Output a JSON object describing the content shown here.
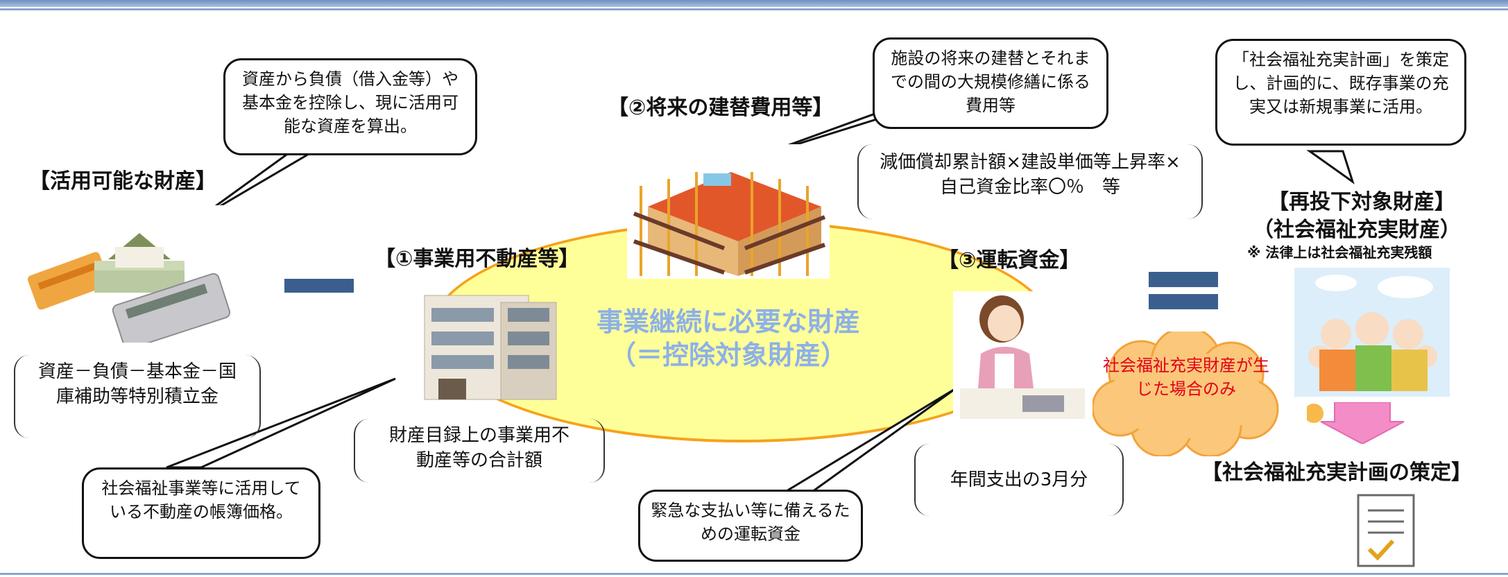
{
  "headings": {
    "usable_assets": "【活用可能な財産】",
    "real_estate": "【①事業用不動産等】",
    "rebuild_costs": "【②将来の建替費用等】",
    "working_capital": "【③運転資金】",
    "reinvest_line1": "【再投下対象財産】",
    "reinvest_line2": "（社会福祉充実財産）",
    "reinvest_note": "※ 法律上は社会福祉充実残額",
    "plan": "【社会福祉充実計画の策定】"
  },
  "bubbles": {
    "usable_assets": "資産から負債（借入金等）や基本金を控除し、現に活用可能な資産を算出。",
    "real_estate": "社会福祉事業等に活用している不動産の帳簿価格。",
    "rebuild_costs": "施設の将来の建替とそれまでの間の大規模修繕に係る費用等",
    "working_capital": "緊急な支払い等に備えるための運転資金",
    "plan": "「社会福祉充実計画」を策定し、計画的に、既存事業の充実又は新規事業に活用。"
  },
  "formulas": {
    "usable_assets": "資産－負債－基本金－国庫補助等特別積立金",
    "real_estate": "財産目録上の事業用不動産等の合計額",
    "rebuild_costs": "減価償却累計額×建設単価等上昇率×自己資金比率〇％　等",
    "working_capital": "年間支出の3月分"
  },
  "center": {
    "line1": "事業継続に必要な財産",
    "line2": "（＝控除対象財産）"
  },
  "cloud_text": "社会福祉充実財産が生じた場合のみ",
  "icons": [
    "house-money-calculator-image",
    "apartment-building-image",
    "construction-house-image",
    "woman-accountant-image",
    "happy-family-image",
    "checklist-document-icon"
  ],
  "colors": {
    "ellipse_fill": "#ffff99",
    "ellipse_border": "#f6a21c",
    "center_text": "#8db1e6",
    "operator": "#3a5f8f",
    "cloud_fill": "#fbc77a",
    "cloud_text": "#e2001a",
    "arrow": "#f48cc8"
  }
}
